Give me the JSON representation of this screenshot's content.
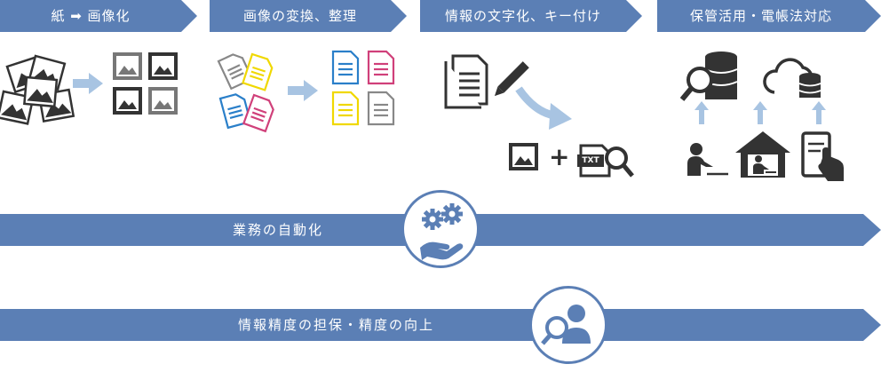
{
  "steps": [
    {
      "label": "紙 ➡ 画像化"
    },
    {
      "label": "画像の変換、整理"
    },
    {
      "label": "情報の文字化、キー付け"
    },
    {
      "label": "保管活用・電帳法対応"
    }
  ],
  "bands": [
    {
      "label": "業務の自動化"
    },
    {
      "label": "情報精度の担保・精度の向上"
    }
  ],
  "icons": {
    "txt_badge": "TXT",
    "plus": "+"
  },
  "colors": {
    "bar": "#5b7fb5",
    "icon_dark": "#333333",
    "icon_gray": "#777777",
    "arrow_light": "#a8c4e2",
    "doc_green": "#9bb35e",
    "doc_yellow": "#f0d800",
    "doc_blue": "#2a7fc9",
    "doc_pink": "#d0407a",
    "doc_gray": "#888888"
  }
}
